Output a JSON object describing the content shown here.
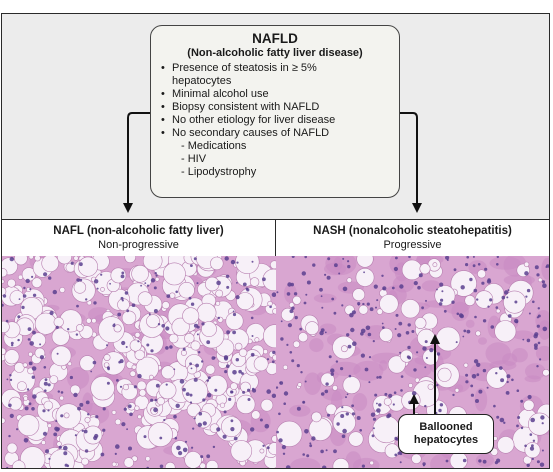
{
  "nafld": {
    "title": "NAFLD",
    "subtitle": "(Non-alcoholic fatty liver disease)",
    "criteria": [
      "Presence of steatosis in ≥ 5%",
      "Minimal alcohol use",
      "Biopsy consistent with NAFLD",
      "No other etiology for liver disease",
      "No secondary causes of NAFLD"
    ],
    "criteria_continuation": "hepatocytes",
    "secondary_causes": [
      "- Medications",
      "- HIV",
      "- Lipodystrophy"
    ],
    "bullet": "•"
  },
  "panels": {
    "left": {
      "title": "NAFL (non-alcoholic fatty liver)",
      "subtitle": "Non-progressive"
    },
    "right": {
      "title": "NASH (nonalcoholic steatohepatitis)",
      "subtitle": "Progressive"
    }
  },
  "callout": {
    "line1": "Ballooned",
    "line2": "hepatocytes"
  },
  "colors": {
    "tissue_background": "#d9a6d1",
    "tissue_dense": "#c98bc3",
    "fat_vacuole": "#f7f0f8",
    "nucleus": "#5a3f8f",
    "arrow": "#111111"
  }
}
